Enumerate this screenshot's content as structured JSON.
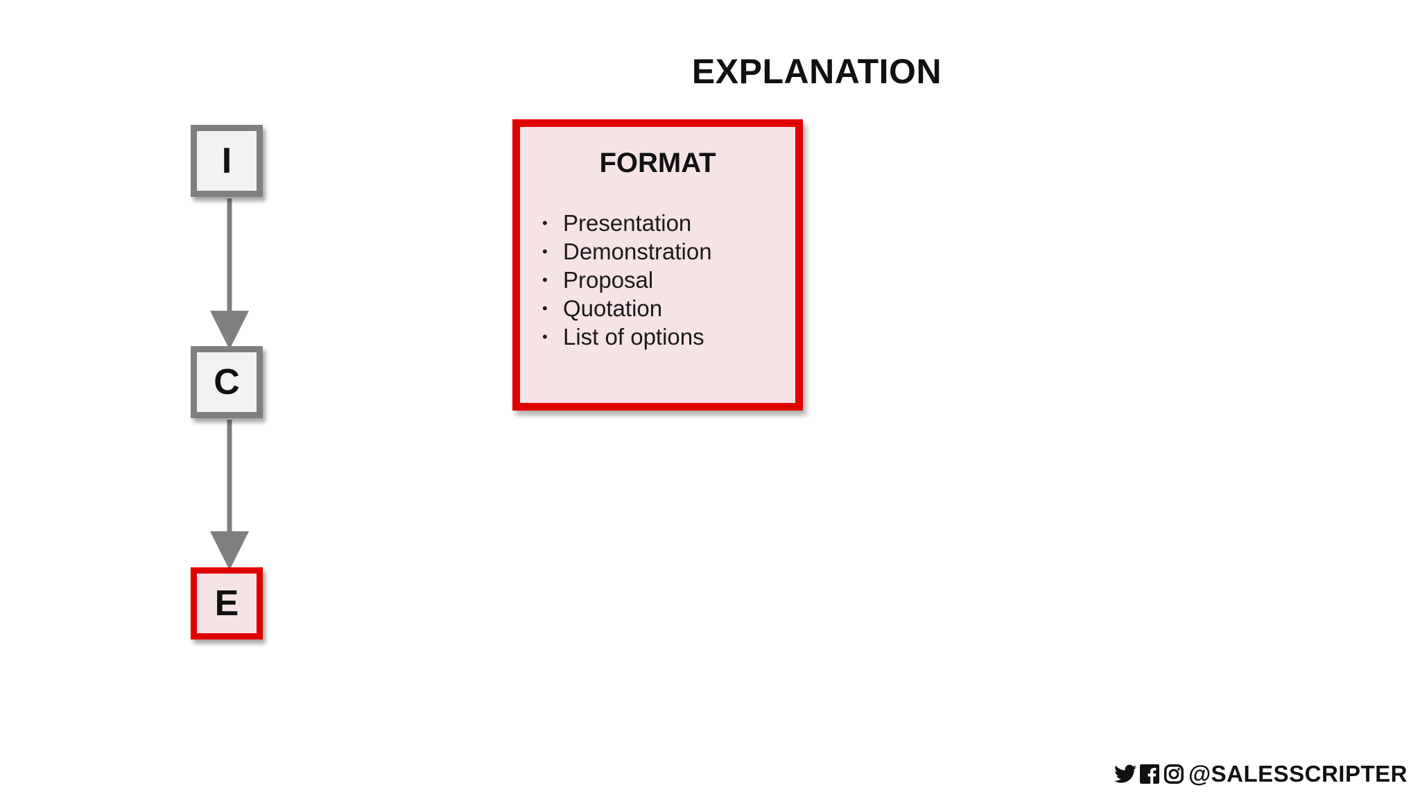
{
  "title": "EXPLANATION",
  "steps": [
    {
      "letter": "I",
      "active": false
    },
    {
      "letter": "C",
      "active": false
    },
    {
      "letter": "E",
      "active": true
    }
  ],
  "format_card": {
    "title": "FORMAT",
    "bullet": "•",
    "items": [
      "Presentation",
      "Demonstration",
      "Proposal",
      "Quotation",
      "List of options"
    ]
  },
  "social": {
    "icons": [
      "twitter-icon",
      "facebook-icon",
      "instagram-icon"
    ],
    "handle": "@SALESSCRIPTER"
  },
  "colors": {
    "accent_red": "#e00000",
    "step_gray": "#7f7f7f",
    "card_fill": "#f6e3e5",
    "box_fill": "#f2f2f2"
  }
}
